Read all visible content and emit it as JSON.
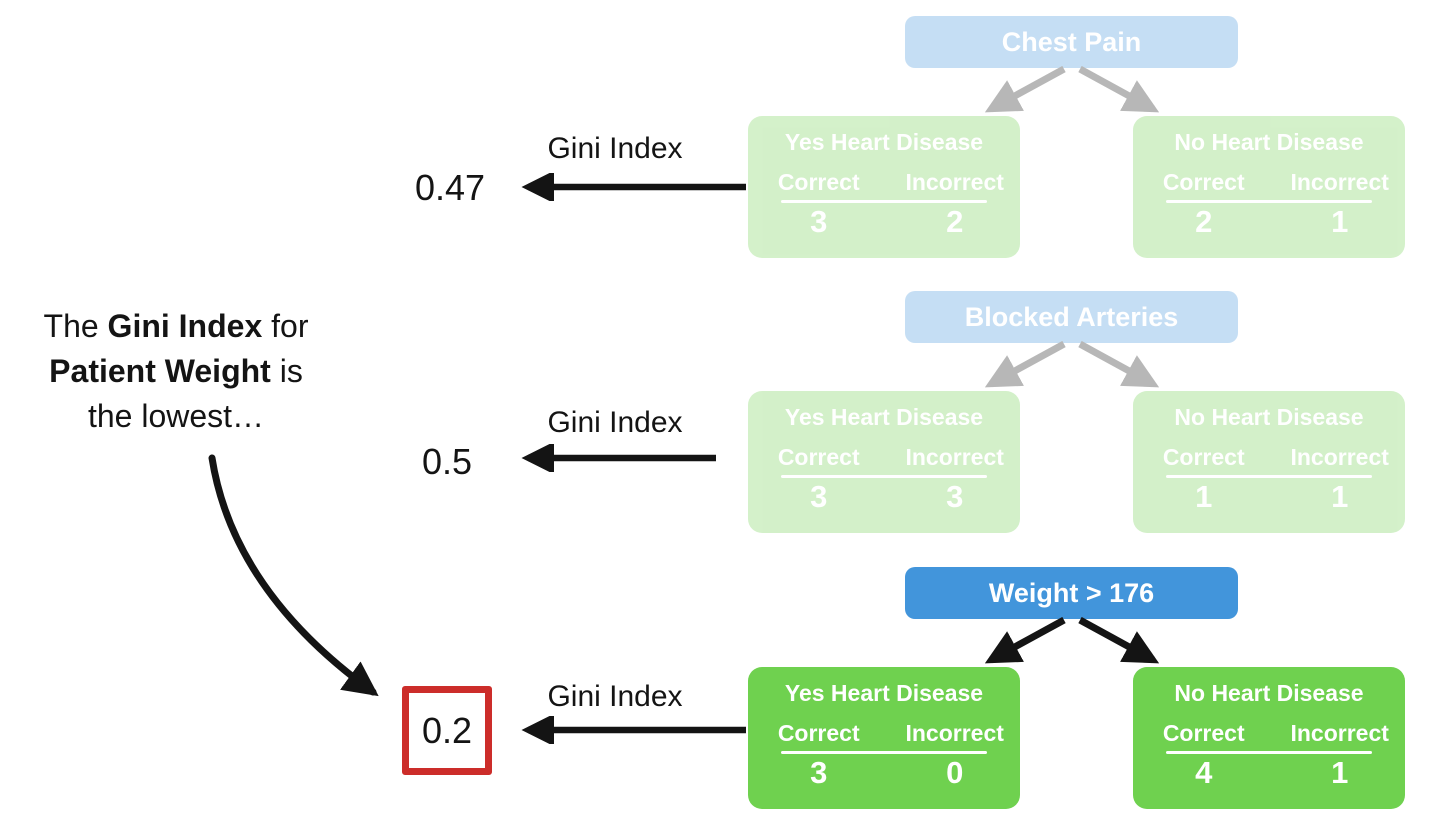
{
  "colors": {
    "node_blue": "#4295DB",
    "leaf_green": "#6FD14F",
    "highlight_red": "#CC2D2A",
    "ink": "#141414"
  },
  "annotation": {
    "l1a": "The ",
    "l1b": "Gini Index",
    "l1c": " for",
    "l2b": "Patient Weight",
    "l2c": " is",
    "l3": "the lowest…"
  },
  "trees": [
    {
      "header": "Chest Pain",
      "state": "faded",
      "gini": {
        "label": "Gini Index",
        "value": "0.47",
        "highlighted": false
      },
      "children": [
        {
          "title": "Yes Heart Disease",
          "col1": "Correct",
          "col2": "Incorrect",
          "val1": "3",
          "val2": "2"
        },
        {
          "title": "No Heart Disease",
          "col1": "Correct",
          "col2": "Incorrect",
          "val1": "2",
          "val2": "1"
        }
      ]
    },
    {
      "header": "Blocked Arteries",
      "state": "faded",
      "gini": {
        "label": "Gini Index",
        "value": "0.5",
        "highlighted": false
      },
      "children": [
        {
          "title": "Yes Heart Disease",
          "col1": "Correct",
          "col2": "Incorrect",
          "val1": "3",
          "val2": "3"
        },
        {
          "title": "No Heart Disease",
          "col1": "Correct",
          "col2": "Incorrect",
          "val1": "1",
          "val2": "1"
        }
      ]
    },
    {
      "header": "Weight > 176",
      "state": "active",
      "gini": {
        "label": "Gini Index",
        "value": "0.2",
        "highlighted": true
      },
      "children": [
        {
          "title": "Yes Heart Disease",
          "col1": "Correct",
          "col2": "Incorrect",
          "val1": "3",
          "val2": "0"
        },
        {
          "title": "No Heart Disease",
          "col1": "Correct",
          "col2": "Incorrect",
          "val1": "4",
          "val2": "1"
        }
      ]
    }
  ]
}
